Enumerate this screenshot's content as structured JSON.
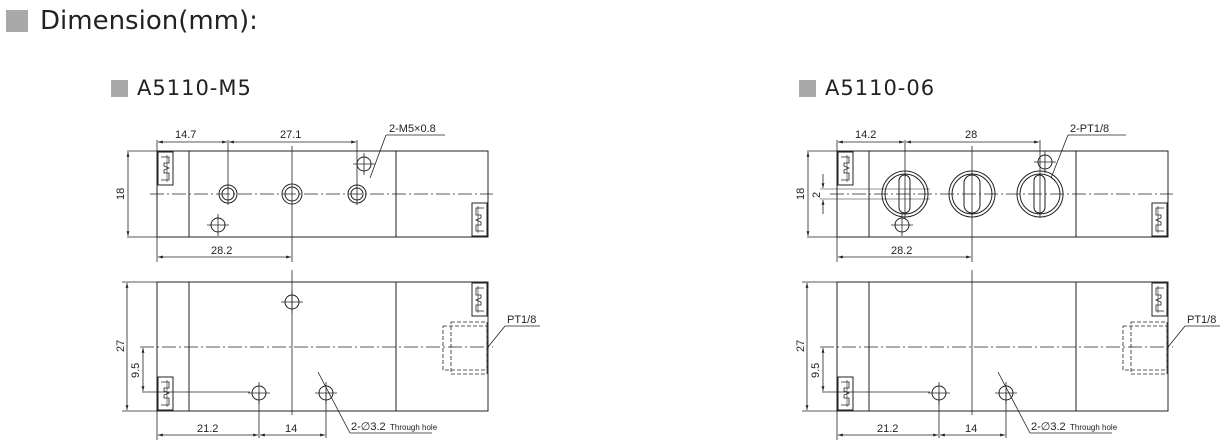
{
  "page": {
    "title": "Dimension(mm):"
  },
  "models": [
    {
      "name": "A5110-M5",
      "top_view": {
        "width_left_port": "14.7",
        "port_pitch": "27.1",
        "thread_label": "2-M5×0.8",
        "height": "18",
        "offset_to_center": "28.2"
      },
      "bottom_view": {
        "height": "27",
        "hole_offset_y": "9.5",
        "hole_offset_x": "21.2",
        "hole_pitch": "14",
        "side_port": "PT1/8",
        "hole_label": "2-∅3.2",
        "hole_note": "Through hole"
      }
    },
    {
      "name": "A5110-06",
      "top_view": {
        "width_left_port": "14.2",
        "port_pitch": "28",
        "thread_label": "2-PT1/8",
        "height": "18",
        "small_offset": "2",
        "offset_to_center": "28.2"
      },
      "bottom_view": {
        "height": "27",
        "hole_offset_y": "9.5",
        "hole_offset_x": "21.2",
        "hole_pitch": "14",
        "side_port": "PT1/8",
        "hole_label": "2-∅3.2",
        "hole_note": "Through hole"
      }
    }
  ],
  "colors": {
    "heading_square": "#a9a9a9",
    "line": "#222222"
  }
}
